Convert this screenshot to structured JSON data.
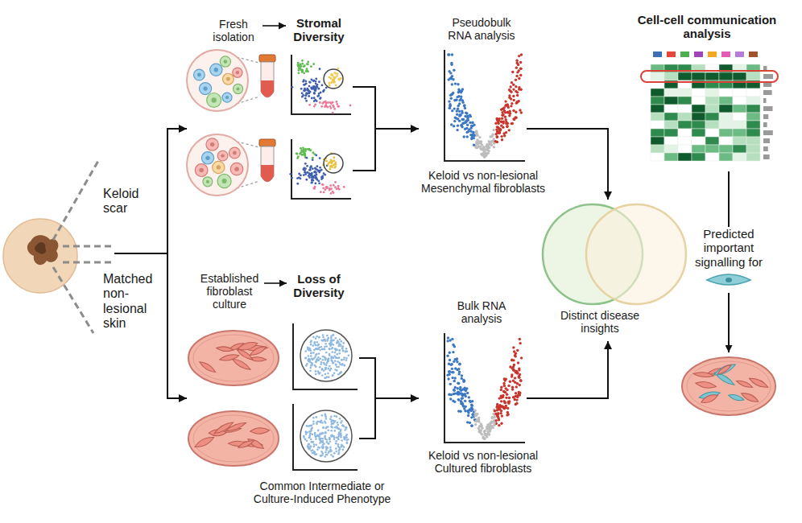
{
  "diagram": {
    "nodes": [
      {
        "text": [
          "Keloid scar",
          "Matched non-lesional skin"
        ]
      },
      {
        "text": [
          "Fresh isolation",
          "Stromal Diversity"
        ]
      },
      {
        "text": [
          "Established fibroblast culture",
          "Loss of Diversity",
          "Common Intermediate or Culture-Induced Phenotype"
        ]
      },
      {
        "text": [
          "Pseudobulk RNA analysis",
          "Keloid vs non-lesional Mesenchymal fibroblasts"
        ]
      },
      {
        "text": [
          "Bulk RNA analysis",
          "Keloid vs non-lesional Cultured fibroblasts"
        ]
      },
      {
        "text": [
          "Distinct disease insights"
        ]
      },
      {
        "text": [
          "Cell-cell communication analysis"
        ]
      },
      {
        "text": [
          "Predicted important signalling for"
        ]
      }
    ],
    "edges": [
      {
        "from": 0,
        "to": 1,
        "arrow": "to"
      },
      {
        "from": 0,
        "to": 2,
        "arrow": "to"
      },
      {
        "from": 1,
        "to": 3,
        "arrow": "to"
      },
      {
        "from": 2,
        "to": 4,
        "arrow": "to"
      },
      {
        "from": 3,
        "to": 5,
        "arrow": "to"
      },
      {
        "from": 4,
        "to": 5,
        "arrow": "to"
      },
      {
        "from": 6,
        "to": 7,
        "arrow": "none"
      }
    ]
  }
}
